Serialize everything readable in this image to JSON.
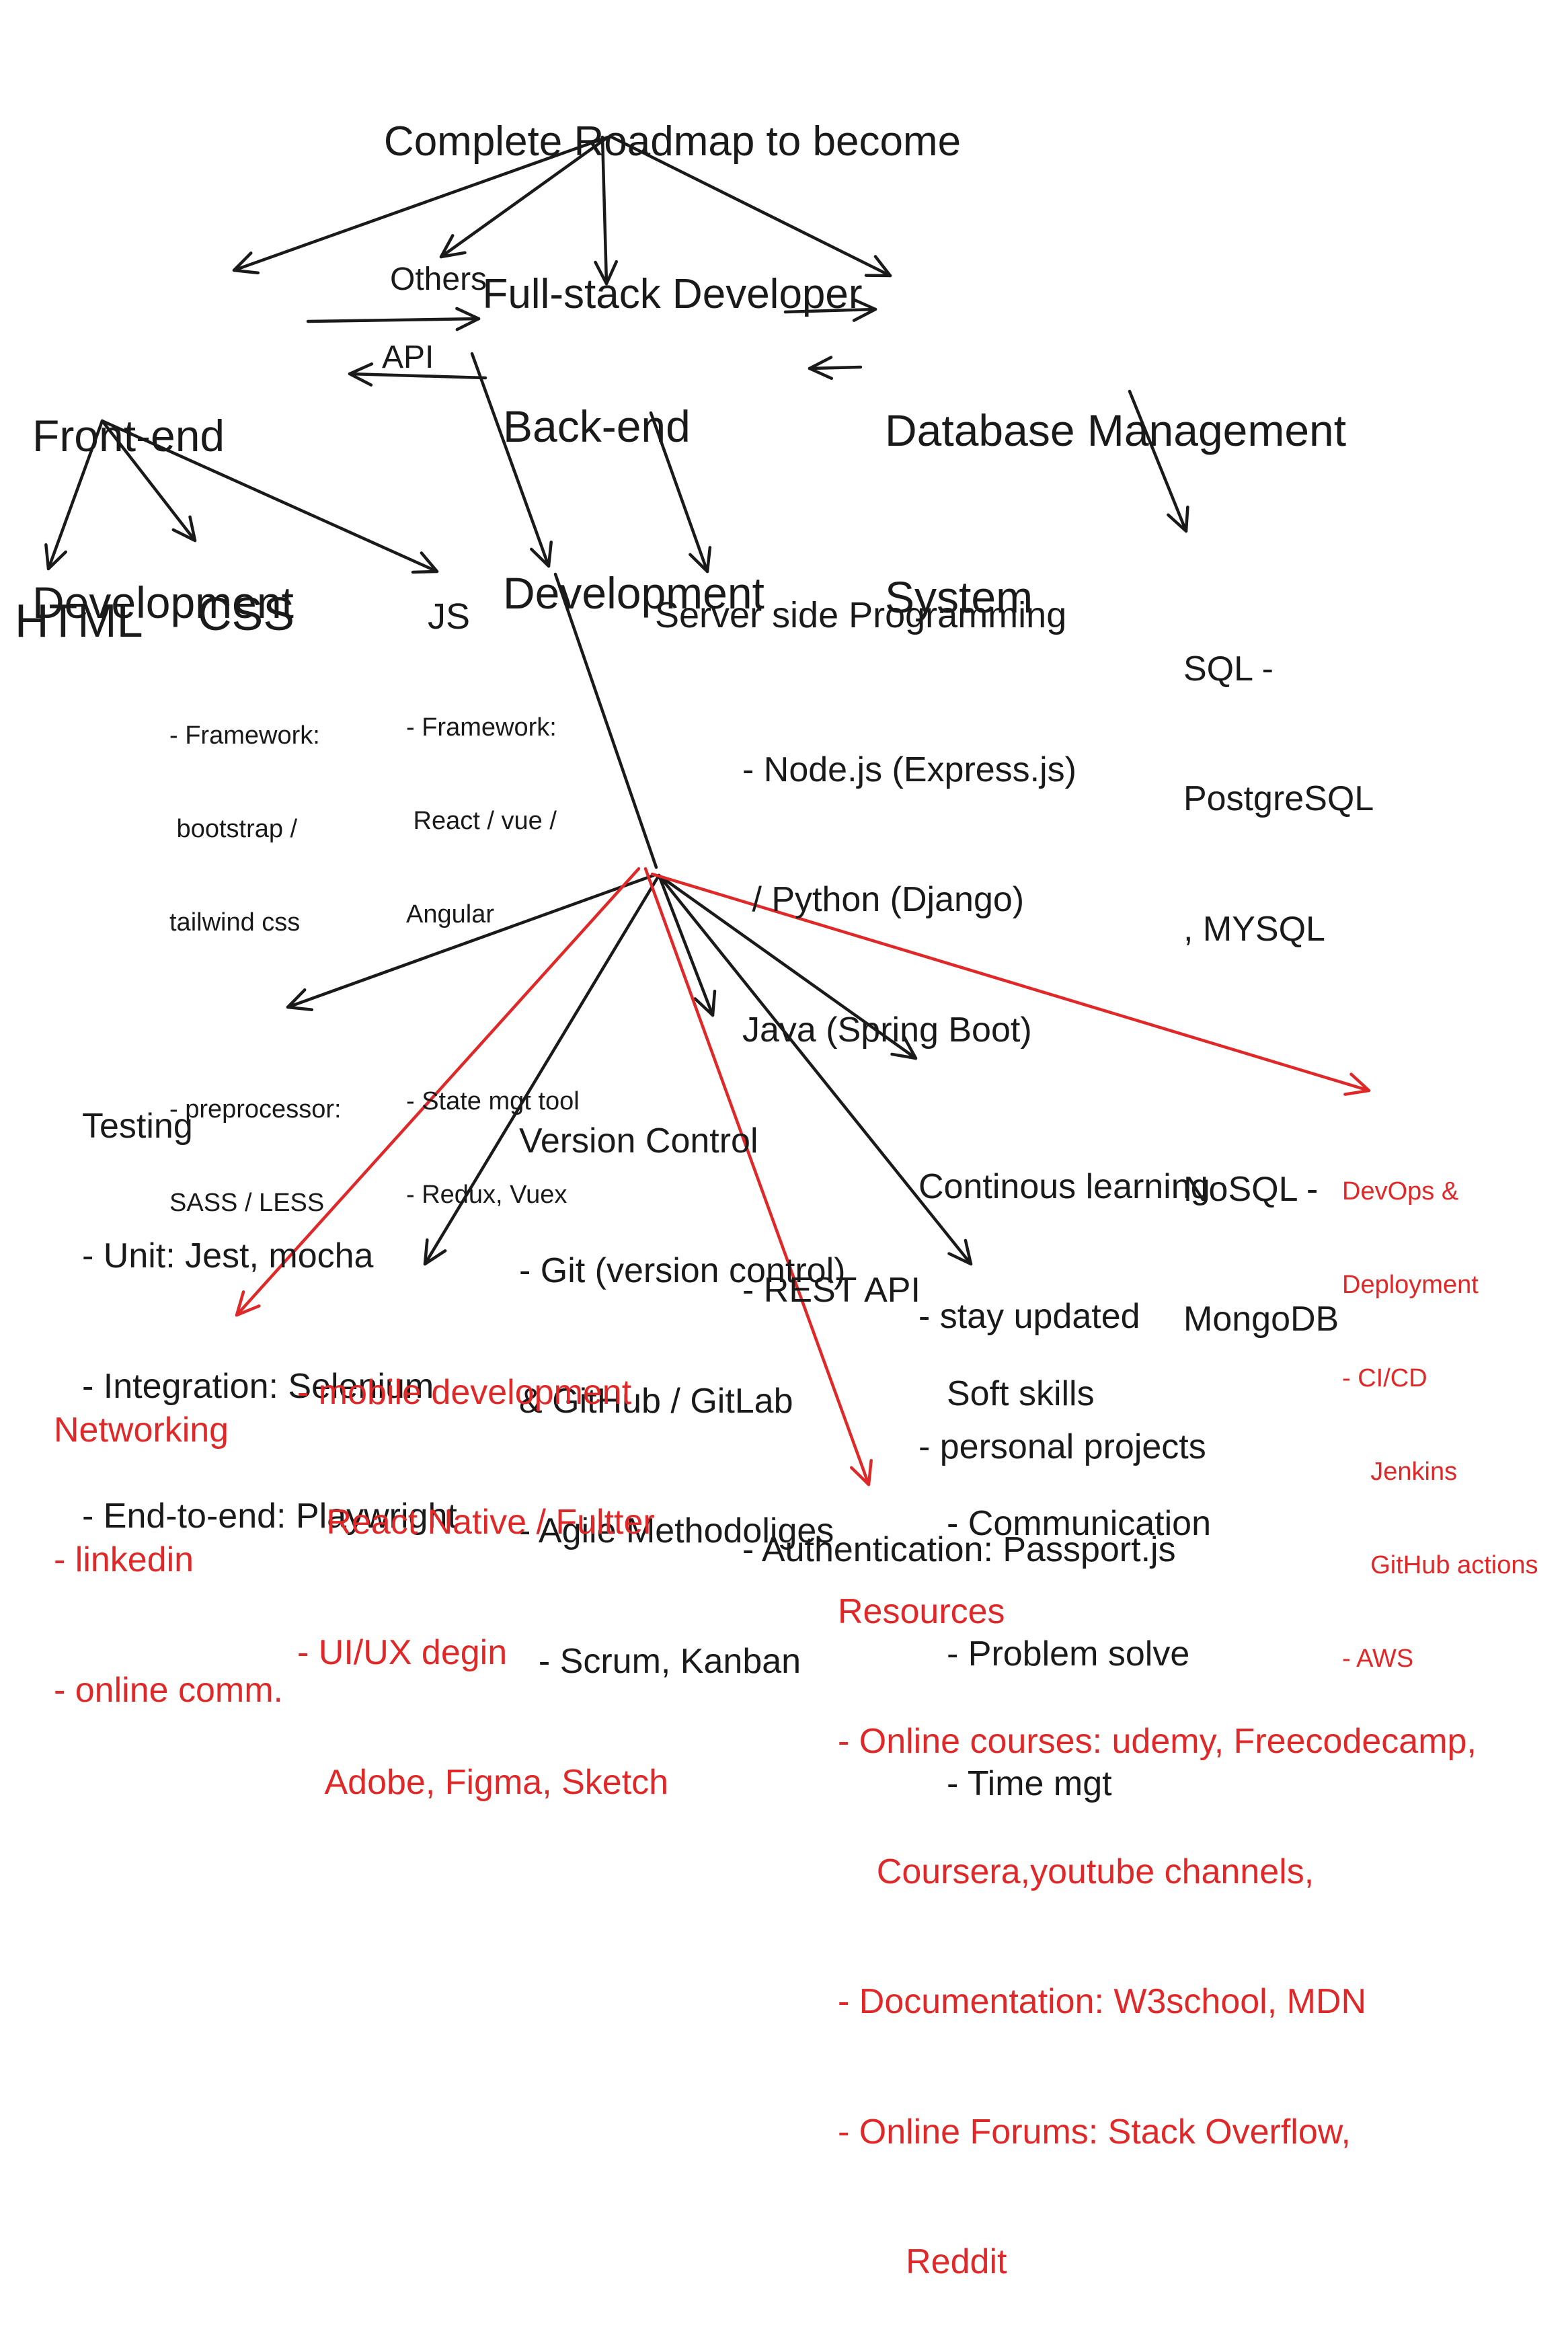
{
  "title": [
    "Complete Roadmap to become",
    "Full-stack Developer"
  ],
  "nodes": {
    "frontend": [
      "Front-end",
      "Development"
    ],
    "backend": [
      "Back-end",
      "Development"
    ],
    "database": [
      "Database Management",
      "System"
    ],
    "others_label": "Others",
    "api_label": "API",
    "html": "HTML",
    "css": "CSS",
    "js": "JS",
    "css_details": [
      "- Framework:",
      " bootstrap /",
      "tailwind css",
      "",
      "- preprocessor:",
      "SASS / LESS"
    ],
    "js_details": [
      "- Framework:",
      " React / vue /",
      "Angular",
      "",
      "- State mgt tool",
      "- Redux, Vuex"
    ],
    "server_title": "Server side Programming",
    "server_details": [
      "- Node.js (Express.js)",
      " / Python (Django)",
      "Java (Spring Boot)",
      "",
      "- REST API",
      "",
      "- Authentication: Passport.js"
    ],
    "db_details": [
      "SQL -",
      "PostgreSQL",
      ", MYSQL",
      "",
      "NoSQL -",
      "MongoDB"
    ],
    "testing": [
      "Testing",
      "- Unit: Jest, mocha",
      "- Integration: Selenium",
      "- End-to-end: Playwright"
    ],
    "version_control": [
      "Version Control",
      "- Git (version control)",
      "& GitHub / GitLab",
      "- Agile Methodoliges",
      "  - Scrum, Kanban"
    ],
    "continuous": [
      "Continous learning",
      "- stay updated",
      "- personal projects"
    ],
    "soft_skills": [
      "Soft skills",
      "- Communication",
      "- Problem solve",
      "- Time mgt"
    ],
    "devops": [
      "DevOps &",
      "Deployment",
      "- CI/CD",
      "    Jenkins",
      "    GitHub actions",
      "- AWS"
    ],
    "networking": [
      "Networking",
      "- linkedin",
      "- online comm."
    ],
    "mobile": [
      "- mobile development",
      "   React Native / Fultter",
      "- UI/UX degin",
      "   Adobe, Figma, Sketch"
    ],
    "resources": [
      "Resources",
      "- Online courses: udemy, Freecodecamp,",
      "    Coursera,youtube channels,",
      "- Documentation: W3school, MDN",
      "- Online Forums: Stack Overflow,",
      "       Reddit"
    ]
  },
  "colors": {
    "ink": "#1a1a1a",
    "accent": "#e02828",
    "background": "#ffffff"
  }
}
